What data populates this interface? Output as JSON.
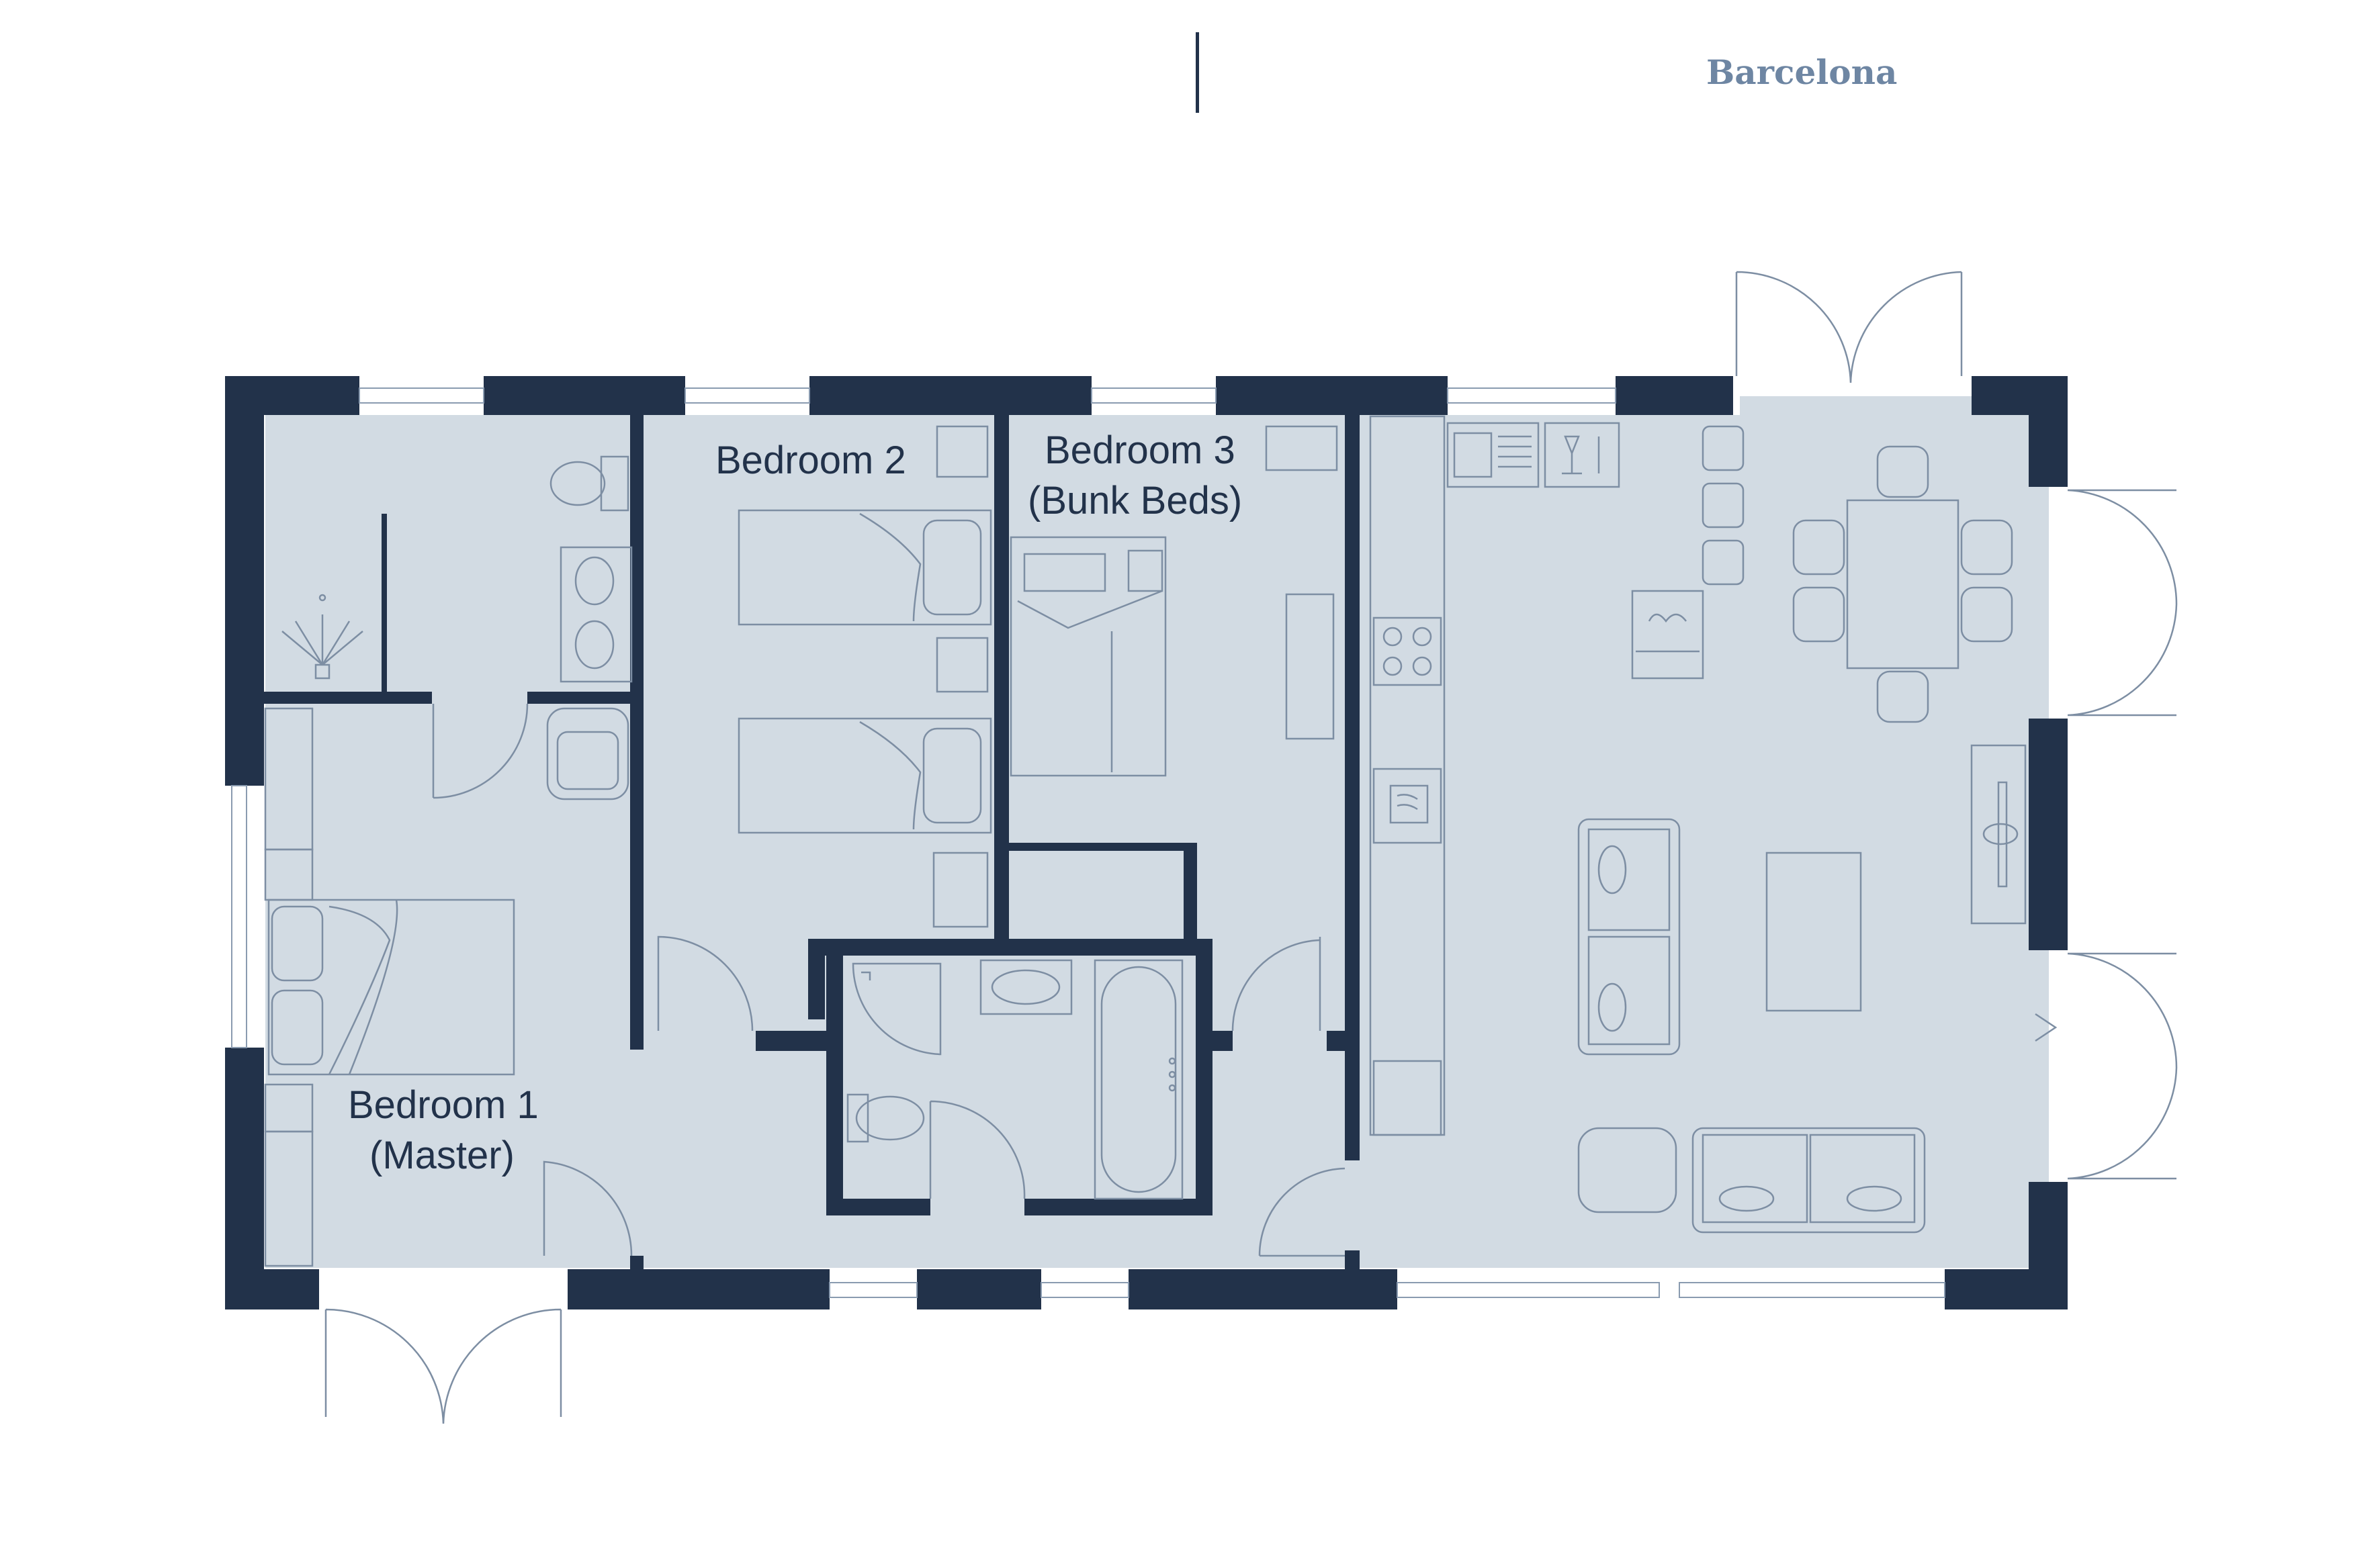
{
  "header": {
    "brand": "Barcelona"
  },
  "rooms": {
    "bedroom1": {
      "line1": "Bedroom 1",
      "line2": "(Master)"
    },
    "bedroom2": {
      "line1": "Bedroom 2"
    },
    "bedroom3": {
      "line1": "Bedroom 3",
      "line2": "(Bunk Beds)"
    }
  },
  "colors": {
    "wall": "#22324a",
    "floor": "#d2dbe3",
    "brand": "#6e86a3",
    "fixture_line": "#7d8ea3"
  }
}
